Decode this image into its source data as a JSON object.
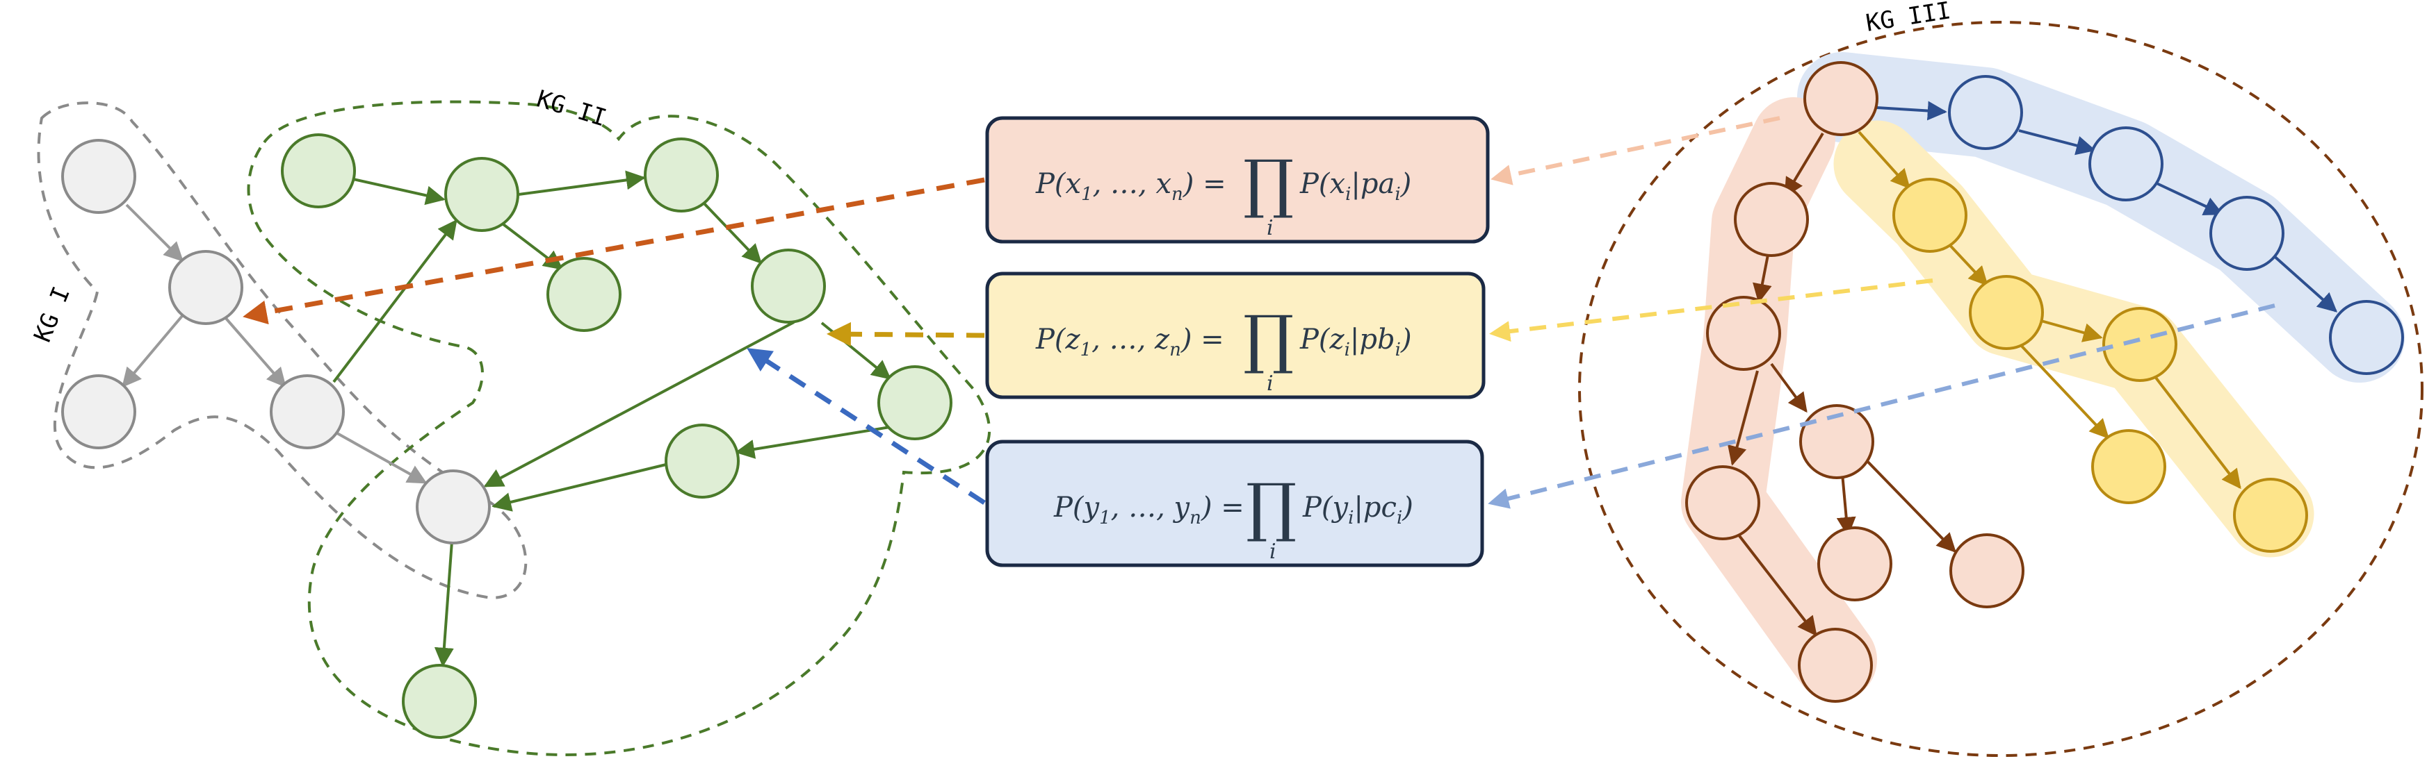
{
  "labels": {
    "kg1": "KG I",
    "kg2": "KG II",
    "kg3": "KG III"
  },
  "colors": {
    "gray_fill": "#f0f0f0",
    "gray_stroke": "#8a8a8a",
    "green_fill": "#dfeed5",
    "green_stroke": "#4a7a2a",
    "salmon_fill": "#f9ddd0",
    "brown_stroke": "#7a3a10",
    "yellow_fill": "#fde48a",
    "yellow_stroke": "#b88a10",
    "blue_fill": "#dce6f5",
    "blue_stroke": "#2d4f8f",
    "arrow_orange": "#c85a1a",
    "arrow_gold": "#c89a10",
    "arrow_blue": "#3a6ac0",
    "arrow_peach": "#f5c2a5",
    "arrow_lightyellow": "#f8d860",
    "arrow_lightblue": "#8aa8da"
  },
  "equations": [
    {
      "lhs_main": "P(x",
      "lhs_sub1": "1",
      "lhs_mid": ", …, x",
      "lhs_sub2": "n",
      "lhs_end": ") =",
      "prod": "∏",
      "prod_index": "i",
      "rhs_main": "P(x",
      "rhs_sub1": "i",
      "rhs_mid": "|pa",
      "rhs_sub2": "i",
      "rhs_end": ")"
    },
    {
      "lhs_main": "P(z",
      "lhs_sub1": "1",
      "lhs_mid": ", …, z",
      "lhs_sub2": "n",
      "lhs_end": ") =",
      "prod": "∏",
      "prod_index": "i",
      "rhs_main": "P(z",
      "rhs_sub1": "i",
      "rhs_mid": "|pb",
      "rhs_sub2": "i",
      "rhs_end": ")"
    },
    {
      "lhs_main": "P(y",
      "lhs_sub1": "1",
      "lhs_mid": ", …, y",
      "lhs_sub2": "n",
      "lhs_end": ") =",
      "prod": "∏",
      "prod_index": "i",
      "rhs_main": "P(y",
      "rhs_sub1": "i",
      "rhs_mid": "|pc",
      "rhs_sub2": "i",
      "rhs_end": ")"
    }
  ]
}
